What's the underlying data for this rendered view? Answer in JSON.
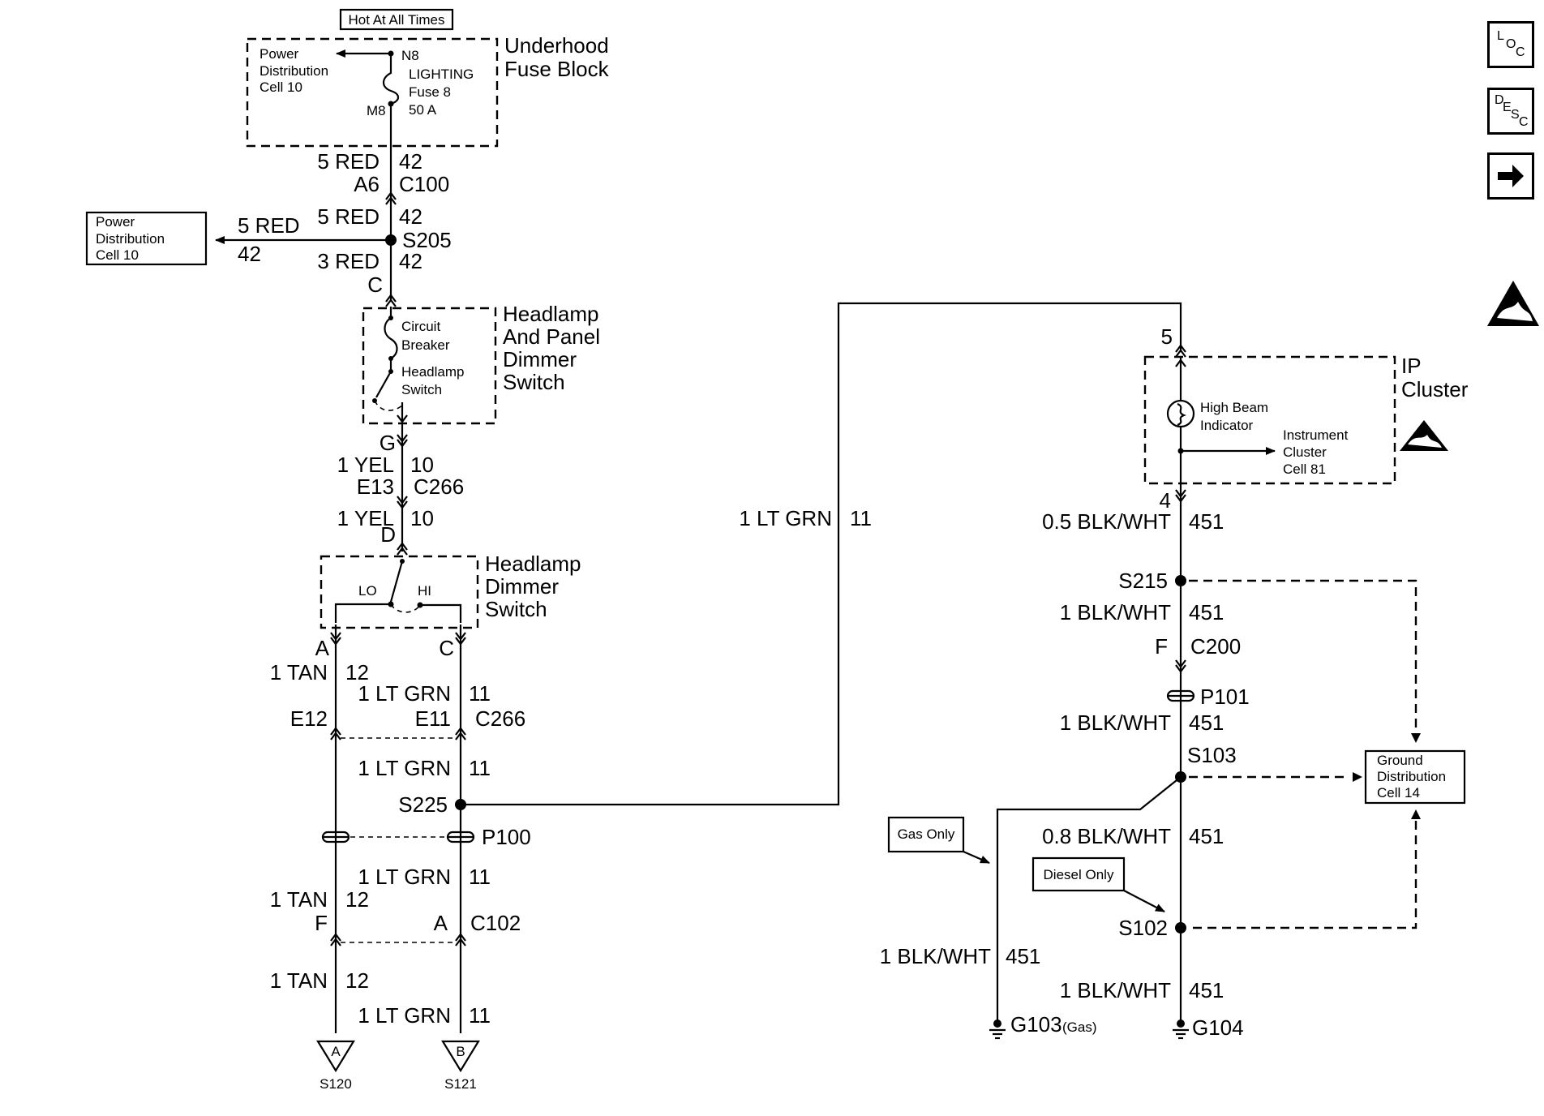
{
  "hot_at_all_times": "Hot At All Times",
  "underhood_fuse_block": {
    "line1": "Underhood",
    "line2": "Fuse Block"
  },
  "fuse": {
    "pin_top": "N8",
    "pin_bottom": "M8",
    "name": "LIGHTING",
    "number": "Fuse 8",
    "rating": "50 A"
  },
  "pd_cell_top": {
    "line1": "Power",
    "line2": "Distribution",
    "line3": "Cell 10"
  },
  "pd_cell_box": {
    "line1": "Power",
    "line2": "Distribution",
    "line3": "Cell 10"
  },
  "w_a6": {
    "wire": "5 RED",
    "circuit": "42",
    "pin": "A6",
    "connector": "C100"
  },
  "w_s205_top": {
    "wire": "5 RED",
    "circuit": "42"
  },
  "s205": "S205",
  "w_s205_left": {
    "wire": "5 RED",
    "circuit": "42"
  },
  "w_s205_bottom": {
    "wire": "3 RED",
    "circuit": "42",
    "pin": "C"
  },
  "headlamp_panel_switch": {
    "line1": "Headlamp",
    "line2": "And Panel",
    "line3": "Dimmer",
    "line4": "Switch",
    "cb1": "Circuit",
    "cb2": "Breaker",
    "hs1": "Headlamp",
    "hs2": "Switch"
  },
  "w_g": {
    "pin_top": "G",
    "wire": "1 YEL",
    "circuit": "10",
    "pin": "E13",
    "connector": "C266"
  },
  "w_d": {
    "wire": "1 YEL",
    "circuit": "10",
    "pin": "D"
  },
  "dimmer_switch": {
    "line1": "Headlamp",
    "line2": "Dimmer",
    "line3": "Switch",
    "lo": "LO",
    "hi": "HI"
  },
  "w_a_tan": {
    "pin": "A",
    "wire": "1 TAN",
    "circuit": "12",
    "pin2": "E12"
  },
  "w_c_grn": {
    "pin": "C",
    "wire": "1 LT GRN",
    "circuit": "11",
    "pin2": "E11",
    "connector": "C266"
  },
  "w_s225": {
    "wire": "1 LT GRN",
    "circuit": "11",
    "splice": "S225"
  },
  "p100": "P100",
  "w_p100_below": {
    "wire": "1 LT GRN",
    "circuit": "11"
  },
  "w_tan_mid": {
    "wire": "1 TAN",
    "circuit": "12",
    "pin": "F"
  },
  "c102": {
    "pin": "A",
    "connector": "C102"
  },
  "w_tan_low": {
    "wire": "1 TAN",
    "circuit": "12"
  },
  "w_grn_low": {
    "wire": "1 LT GRN",
    "circuit": "11"
  },
  "ref_a": {
    "letter": "A",
    "label": "S120"
  },
  "ref_b": {
    "letter": "B",
    "label": "S121"
  },
  "w_long": {
    "wire": "1 LT GRN",
    "circuit": "11"
  },
  "ip_cluster": {
    "line1": "IP",
    "line2": "Cluster",
    "pin_top": "5",
    "pin_bottom": "4",
    "hb1": "High Beam",
    "hb2": "Indicator",
    "ic1": "Instrument",
    "ic2": "Cluster",
    "ic3": "Cell 81"
  },
  "w_451_a": {
    "wire": "0.5 BLK/WHT",
    "circuit": "451"
  },
  "s215": "S215",
  "w_451_b": {
    "wire": "1 BLK/WHT",
    "circuit": "451",
    "pin": "F",
    "connector": "C200"
  },
  "p101": "P101",
  "w_451_c": {
    "wire": "1 BLK/WHT",
    "circuit": "451"
  },
  "s103": "S103",
  "ground_dist": {
    "line1": "Ground",
    "line2": "Distribution",
    "line3": "Cell 14"
  },
  "gas_only": "Gas Only",
  "diesel_only": "Diesel Only",
  "w_451_d": {
    "wire": "0.8 BLK/WHT",
    "circuit": "451"
  },
  "s102": "S102",
  "w_451_e": {
    "wire": "1 BLK/WHT",
    "circuit": "451"
  },
  "w_451_f": {
    "wire": "1 BLK/WHT",
    "circuit": "451"
  },
  "g103": {
    "label": "G103",
    "note": "(Gas)"
  },
  "g104": "G104",
  "nav": {
    "loc": {
      "a": "L",
      "b": "O",
      "c": "C",
      "icon": "location-icon"
    },
    "desc": {
      "a": "D",
      "b": "E",
      "c": "S",
      "d": "C",
      "icon": "description-icon"
    },
    "next": {
      "icon": "arrow-right-icon"
    },
    "esd": {
      "icon": "esd-warning-icon"
    }
  }
}
